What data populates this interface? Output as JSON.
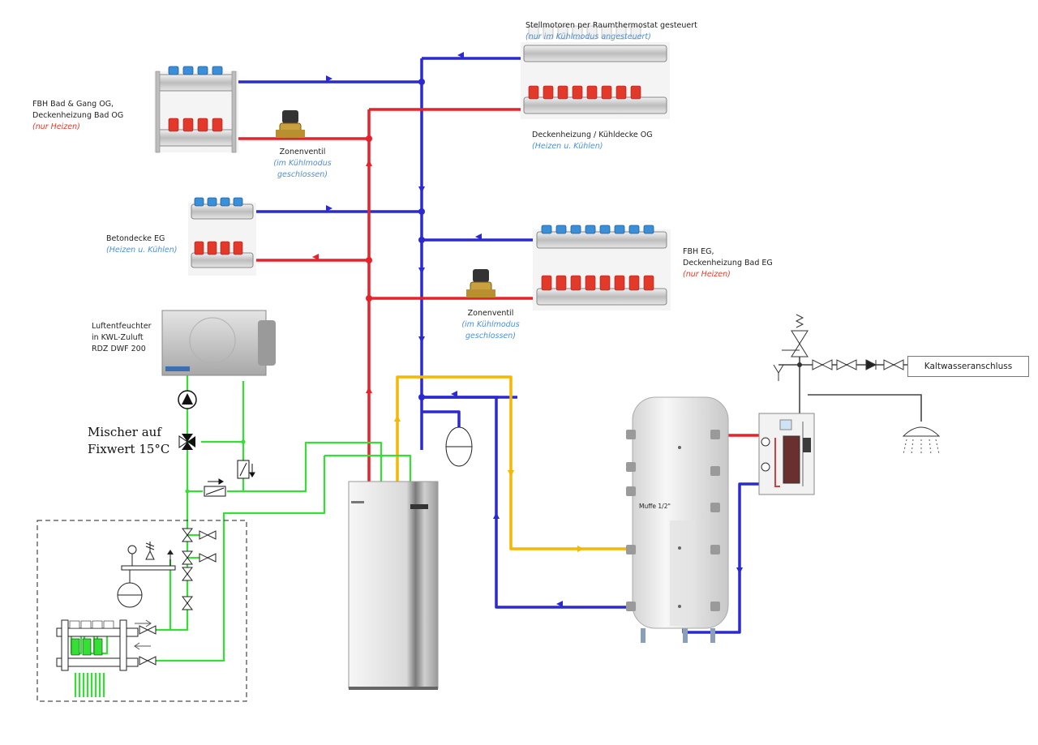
{
  "labels": {
    "fbh_og": {
      "line1": "FBH Bad & Gang OG,",
      "line2": "Deckenheizung Bad OG",
      "mode": "(nur Heizen)"
    },
    "stellmotoren": {
      "line1": "Stellmotoren per Raumthermostat gesteuert",
      "mode": "(nur im Kühlmodus angesteuert)"
    },
    "decke_og": {
      "line1": "Deckenheizung / Kühldecke OG",
      "mode": "(Heizen u. Kühlen)"
    },
    "zonenventil_1": {
      "line1": "Zonenventil",
      "mode1": "(im Kühlmodus",
      "mode2": "geschlossen)"
    },
    "betondecke": {
      "line1": "Betondecke EG",
      "mode": "(Heizen u. Kühlen)"
    },
    "fbh_eg": {
      "line1": "FBH EG,",
      "line2": "Deckenheizung Bad  EG",
      "mode": "(nur Heizen)"
    },
    "zonenventil_2": {
      "line1": "Zonenventil",
      "mode1": "(im Kühlmodus",
      "mode2": "geschlossen)"
    },
    "luftentfeuchter": {
      "line1": "Luftentfeuchter",
      "line2": "in KWL-Zuluft",
      "line3": "RDZ DWF 200"
    },
    "mischer": {
      "line1": "Mischer auf",
      "line2": "Fixwert 15°C"
    },
    "kaltwasser": "Kaltwasseranschluss",
    "muffe": "Muffe 1/2\""
  },
  "colors": {
    "supply_red": "#e8222a",
    "return_blue": "#2a2ad0",
    "dhw_yellow": "#f5b700",
    "dehum_green": "#33e033",
    "mode_red": "#e23a2a",
    "mode_blue": "#4a90d9"
  },
  "icons": [
    "manifold-icon",
    "solenoid-valve-icon",
    "dehumidifier-icon",
    "pump-icon",
    "mixing-valve-icon",
    "expansion-vessel-icon",
    "heat-pump-icon",
    "buffer-tank-icon",
    "heat-exchanger-icon",
    "shower-icon",
    "check-valve-icon",
    "safety-valve-icon"
  ]
}
